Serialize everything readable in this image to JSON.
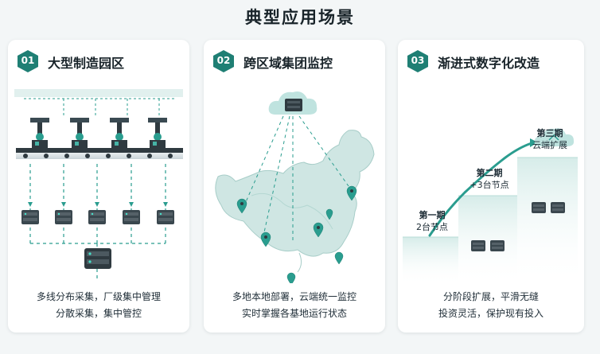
{
  "page": {
    "title": "典型应用场景"
  },
  "colors": {
    "accent": "#2a9d8f",
    "badge": "#1f7f74",
    "dark": "#2f3a40"
  },
  "cards": [
    {
      "number": "01",
      "title": "大型制造园区",
      "icons": [
        "robot-arm-icon",
        "server-icon"
      ],
      "caption_lines": [
        "多线分布采集，厂级集中管理",
        "分散采集，集中管控"
      ]
    },
    {
      "number": "02",
      "title": "跨区域集团监控",
      "icons": [
        "cloud-server-icon",
        "map-pin-icon"
      ],
      "caption_lines": [
        "多地本地部署，云端统一监控",
        "实时掌握各基地运行状态"
      ]
    },
    {
      "number": "03",
      "title": "渐进式数字化改造",
      "icons": [
        "cloud-icon",
        "server-icon"
      ],
      "steps": [
        {
          "name": "第一期",
          "detail": "2台节点"
        },
        {
          "name": "第二期",
          "detail": "+3台节点"
        },
        {
          "name": "第三期",
          "detail": "云端扩展"
        }
      ],
      "caption_lines": [
        "分阶段扩展，平滑无缝",
        "投资灵活，保护现有投入"
      ]
    }
  ]
}
